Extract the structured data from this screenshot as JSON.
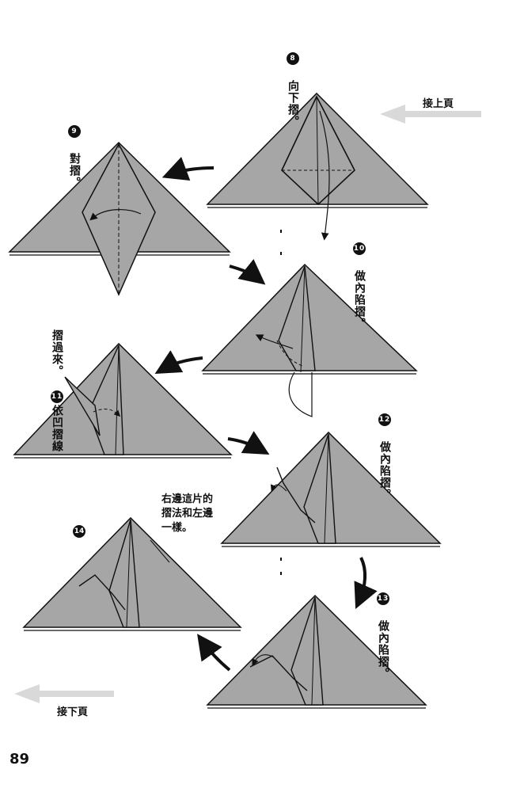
{
  "navigation": {
    "prev_page": "接上頁",
    "next_page": "接下頁"
  },
  "steps": [
    {
      "number": "8",
      "instruction": "向下摺。"
    },
    {
      "number": "9",
      "instruction": "對摺。"
    },
    {
      "number": "10",
      "instruction": "做內陷摺。"
    },
    {
      "number": "11",
      "instruction_line1": "依凹摺線",
      "instruction_line2": "摺過來。"
    },
    {
      "number": "12",
      "instruction": "做內陷摺。"
    },
    {
      "number": "13",
      "instruction": "做內陷摺。"
    },
    {
      "number": "14"
    }
  ],
  "note": {
    "line1": "右邊這片的",
    "line2": "摺法和左邊",
    "line3": "一樣。"
  },
  "page_number": "89",
  "colors": {
    "paper_fill": "#a6a6a6",
    "line": "#111111",
    "arrow_gray": "#d9d9d9"
  }
}
